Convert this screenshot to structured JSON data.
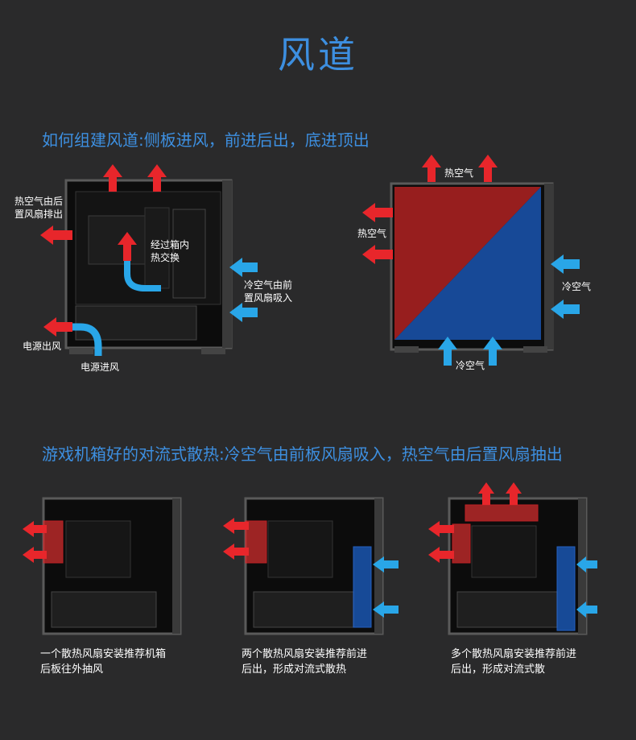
{
  "title": "风道",
  "section1": {
    "heading": "如何组建风道:侧板进风，前进后出，底进顶出",
    "left_diagram": {
      "rear_exhaust": [
        "热空气由后",
        "置风扇排出"
      ],
      "heat_exchange": [
        "经过箱内",
        "热交换"
      ],
      "front_intake": [
        "冷空气由前",
        "置风扇吸入"
      ],
      "psu_out": "电源出风",
      "psu_in": "电源进风"
    },
    "right_diagram": {
      "top_hot": "热空气",
      "rear_hot": "热空气",
      "front_cold": "冷空气",
      "bottom_cold": "冷空气"
    }
  },
  "section2": {
    "heading": "游戏机箱好的对流式散热:冷空气由前板风扇吸入，热空气由后置风扇抽出",
    "captions": [
      [
        "一个散热风扇安装推荐机箱",
        "后板往外抽风"
      ],
      [
        "两个散热风扇安装推荐前进",
        "后出，形成对流式散热"
      ],
      [
        "多个散热风扇安装推荐前进",
        "后出，形成对流式散"
      ]
    ]
  },
  "colors": {
    "accent": "#3d8fe0",
    "hot": "#e8262b",
    "cold": "#29a6e8",
    "background": "#2a2a2b"
  }
}
